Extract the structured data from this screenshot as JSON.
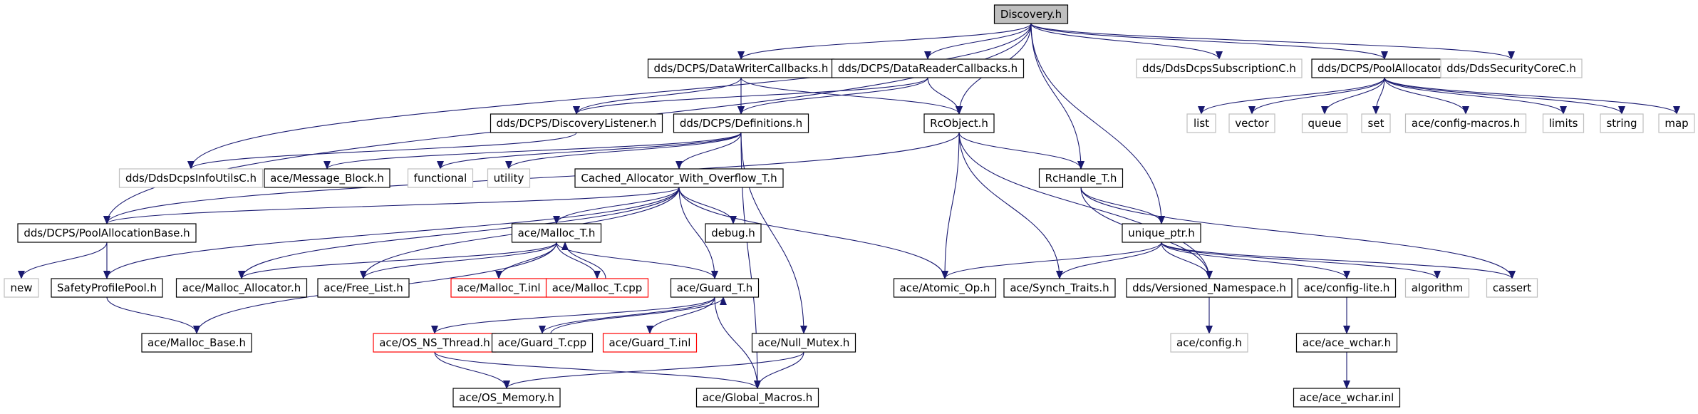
{
  "colors": {
    "edge": "#191970",
    "border_normal": "#000000",
    "border_external": "#bfbfbf",
    "border_truncated": "#ff0000",
    "root_fill": "#bfbfbf",
    "text": "#000000"
  },
  "nodes": [
    {
      "id": "n_discovery",
      "label": "Discovery.h",
      "style": "root"
    },
    {
      "id": "n_dwcb",
      "label": "dds/DCPS/DataWriterCallbacks.h",
      "style": "normal"
    },
    {
      "id": "n_drcb",
      "label": "dds/DCPS/DataReaderCallbacks.h",
      "style": "normal"
    },
    {
      "id": "n_subc",
      "label": "dds/DdsDcpsSubscriptionC.h",
      "style": "external"
    },
    {
      "id": "n_poolalloc",
      "label": "dds/DCPS/PoolAllocator.h",
      "style": "normal"
    },
    {
      "id": "n_secc",
      "label": "dds/DdsSecurityCoreC.h",
      "style": "external"
    },
    {
      "id": "n_disclist",
      "label": "dds/DCPS/DiscoveryListener.h",
      "style": "normal"
    },
    {
      "id": "n_defs",
      "label": "dds/DCPS/Definitions.h",
      "style": "normal"
    },
    {
      "id": "n_rcobj",
      "label": "RcObject.h",
      "style": "normal"
    },
    {
      "id": "n_list",
      "label": "list",
      "style": "external"
    },
    {
      "id": "n_vector",
      "label": "vector",
      "style": "external"
    },
    {
      "id": "n_queue",
      "label": "queue",
      "style": "external"
    },
    {
      "id": "n_set",
      "label": "set",
      "style": "external"
    },
    {
      "id": "n_cfgmacros",
      "label": "ace/config-macros.h",
      "style": "external"
    },
    {
      "id": "n_limits",
      "label": "limits",
      "style": "external"
    },
    {
      "id": "n_string",
      "label": "string",
      "style": "external"
    },
    {
      "id": "n_map",
      "label": "map",
      "style": "external"
    },
    {
      "id": "n_infoutils",
      "label": "dds/DdsDcpsInfoUtilsC.h",
      "style": "external"
    },
    {
      "id": "n_msgblock",
      "label": "ace/Message_Block.h",
      "style": "normal"
    },
    {
      "id": "n_functional",
      "label": "functional",
      "style": "external"
    },
    {
      "id": "n_utility",
      "label": "utility",
      "style": "external"
    },
    {
      "id": "n_cached",
      "label": "Cached_Allocator_With_Overflow_T.h",
      "style": "normal"
    },
    {
      "id": "n_rchandle",
      "label": "RcHandle_T.h",
      "style": "normal"
    },
    {
      "id": "n_poolbase",
      "label": "dds/DCPS/PoolAllocationBase.h",
      "style": "normal"
    },
    {
      "id": "n_malloct",
      "label": "ace/Malloc_T.h",
      "style": "normal"
    },
    {
      "id": "n_debug",
      "label": "debug.h",
      "style": "normal"
    },
    {
      "id": "n_uniqueptr",
      "label": "unique_ptr.h",
      "style": "normal"
    },
    {
      "id": "n_new",
      "label": "new",
      "style": "external"
    },
    {
      "id": "n_safety",
      "label": "SafetyProfilePool.h",
      "style": "normal"
    },
    {
      "id": "n_mallocalloc",
      "label": "ace/Malloc_Allocator.h",
      "style": "normal"
    },
    {
      "id": "n_freelist",
      "label": "ace/Free_List.h",
      "style": "normal"
    },
    {
      "id": "n_mallocinl",
      "label": "ace/Malloc_T.inl",
      "style": "truncated"
    },
    {
      "id": "n_malloccpp",
      "label": "ace/Malloc_T.cpp",
      "style": "truncated"
    },
    {
      "id": "n_guardt",
      "label": "ace/Guard_T.h",
      "style": "normal"
    },
    {
      "id": "n_atomic",
      "label": "ace/Atomic_Op.h",
      "style": "normal"
    },
    {
      "id": "n_synch",
      "label": "ace/Synch_Traits.h",
      "style": "normal"
    },
    {
      "id": "n_versioned",
      "label": "dds/Versioned_Namespace.h",
      "style": "normal"
    },
    {
      "id": "n_cfglite",
      "label": "ace/config-lite.h",
      "style": "normal"
    },
    {
      "id": "n_algorithm",
      "label": "algorithm",
      "style": "external"
    },
    {
      "id": "n_cassert",
      "label": "cassert",
      "style": "external"
    },
    {
      "id": "n_mallocbase",
      "label": "ace/Malloc_Base.h",
      "style": "normal"
    },
    {
      "id": "n_osns",
      "label": "ace/OS_NS_Thread.h",
      "style": "truncated"
    },
    {
      "id": "n_guardcpp",
      "label": "ace/Guard_T.cpp",
      "style": "normal"
    },
    {
      "id": "n_guardinl",
      "label": "ace/Guard_T.inl",
      "style": "truncated"
    },
    {
      "id": "n_nullmutex",
      "label": "ace/Null_Mutex.h",
      "style": "normal"
    },
    {
      "id": "n_aceconfig",
      "label": "ace/config.h",
      "style": "external"
    },
    {
      "id": "n_acewchar",
      "label": "ace/ace_wchar.h",
      "style": "normal"
    },
    {
      "id": "n_osmem",
      "label": "ace/OS_Memory.h",
      "style": "normal"
    },
    {
      "id": "n_globalmacros",
      "label": "ace/Global_Macros.h",
      "style": "normal"
    },
    {
      "id": "n_acewcharinl",
      "label": "ace/ace_wchar.inl",
      "style": "normal"
    }
  ]
}
